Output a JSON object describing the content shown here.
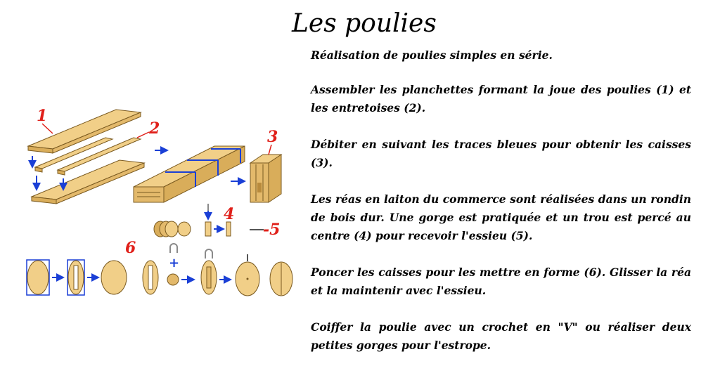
{
  "title": "Les poulies",
  "paragraphs": [
    "Réalisation de poulies simples en série.",
    "Assembler les planchettes formant la joue des poulies (1) et les entretoises (2).",
    "Débiter en suivant les traces bleues pour obtenir les caisses (3).",
    "Les réas en laiton du commerce sont réalisées dans un rondin de bois dur. Une gorge est pratiquée et un trou est percé au centre (4) pour recevoir l'essieu (5).",
    "Poncer les caisses pour les mettre en forme (6). Glisser la réa et la maintenir avec l'essieu.",
    "Coiffer la poulie avec un crochet en \"V\" ou réaliser deux petites gorges pour l'estrope."
  ],
  "labels": {
    "l1": "1",
    "l2": "2",
    "l3": "3",
    "l4": "4",
    "l5": "-5",
    "l6": "6"
  },
  "colors": {
    "wood": "#f1cf88",
    "wood_dark": "#d9ad5a",
    "outline": "#7a5a20",
    "arrow": "#1a3fd6",
    "label": "#e0201a",
    "steel": "#8a8a8a"
  }
}
